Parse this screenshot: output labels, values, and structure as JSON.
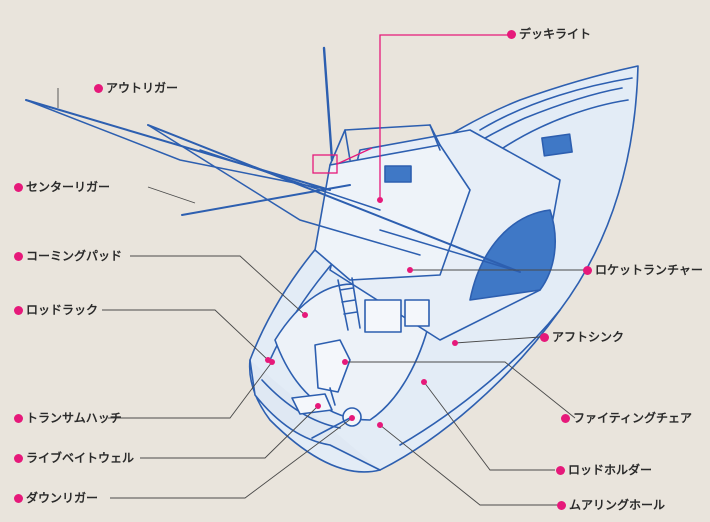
{
  "colors": {
    "background": "#e9e4dc",
    "accent": "#e6197a",
    "hull_line": "#2d5fb0",
    "hull_fill": "#e3ecf6",
    "window": "#3f78c6",
    "leader": "#4a4a4a"
  },
  "labels": {
    "deck_light": "デッキライト",
    "outrigger": "アウトリガー",
    "center_rigger": "センターリガー",
    "coaming_pad": "コーミングパッド",
    "rod_rack": "ロッドラック",
    "rocket_launcher": "ロケットランチャー",
    "aft_sink": "アフトシンク",
    "transom_hatch": "トランサムハッチ",
    "fighting_chair": "ファイティングチェア",
    "live_bait_well": "ライブベイトウェル",
    "rod_holder": "ロッドホルダー",
    "downrigger": "ダウンリガー",
    "mooring_hole": "ムアリングホール"
  }
}
